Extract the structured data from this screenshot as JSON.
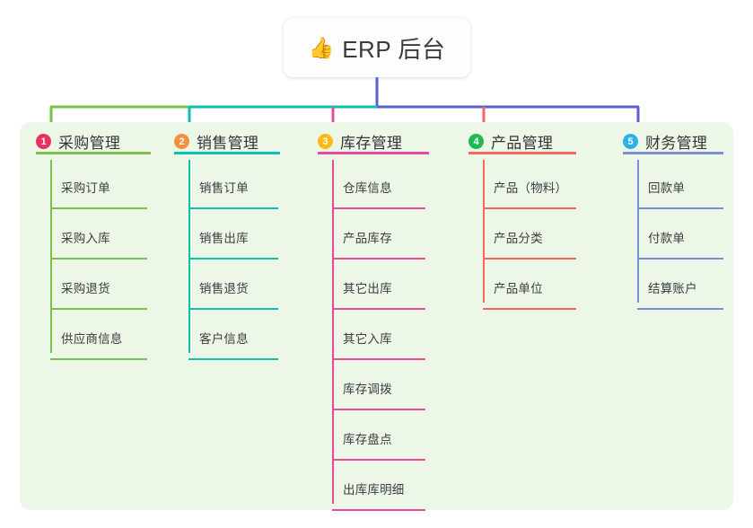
{
  "diagram": {
    "type": "tree-mindmap",
    "title": {
      "icon": "thumbs-up-icon",
      "emoji": "👍",
      "text": "ERP 后台"
    },
    "panel_background": "#edf7e7",
    "trunk_color": "#5b5fd0",
    "connector_segments": [
      {
        "name": "bar-green",
        "color": "#7cc04b"
      },
      {
        "name": "bar-teal",
        "color": "#0ec1ae"
      },
      {
        "name": "bar-indigo",
        "color": "#5b5fd0"
      }
    ],
    "columns": [
      {
        "index": "1",
        "title": "采购管理",
        "badge_color": "#e8315c",
        "line_color": "#7cc04b",
        "drop_color": "#7cc04b",
        "items": [
          {
            "label": "采购订单"
          },
          {
            "label": "采购入库"
          },
          {
            "label": "采购退货"
          },
          {
            "label": "供应商信息"
          }
        ]
      },
      {
        "index": "2",
        "title": "销售管理",
        "badge_color": "#f5903e",
        "line_color": "#0ec1ae",
        "drop_color": "#0ec1ae",
        "items": [
          {
            "label": "销售订单"
          },
          {
            "label": "销售出库"
          },
          {
            "label": "销售退货"
          },
          {
            "label": "客户信息"
          }
        ]
      },
      {
        "index": "3",
        "title": "库存管理",
        "badge_color": "#fdbb13",
        "line_color": "#e84b9c",
        "drop_color": "#e84b9c",
        "items": [
          {
            "label": "仓库信息"
          },
          {
            "label": "产品库存"
          },
          {
            "label": "其它出库"
          },
          {
            "label": "其它入库"
          },
          {
            "label": "库存调拨"
          },
          {
            "label": "库存盘点"
          },
          {
            "label": "出库库明细"
          }
        ]
      },
      {
        "index": "4",
        "title": "产品管理",
        "badge_color": "#22b955",
        "line_color": "#f4685f",
        "drop_color": "#f4685f",
        "items": [
          {
            "label": "产品（物料）"
          },
          {
            "label": "产品分类"
          },
          {
            "label": "产品单位"
          }
        ]
      },
      {
        "index": "5",
        "title": "财务管理",
        "badge_color": "#2bb3e8",
        "line_color": "#7b8fd4",
        "drop_color": "#5b5fd0",
        "items": [
          {
            "label": "回款单"
          },
          {
            "label": "付款单"
          },
          {
            "label": "结算账户"
          }
        ]
      }
    ]
  }
}
